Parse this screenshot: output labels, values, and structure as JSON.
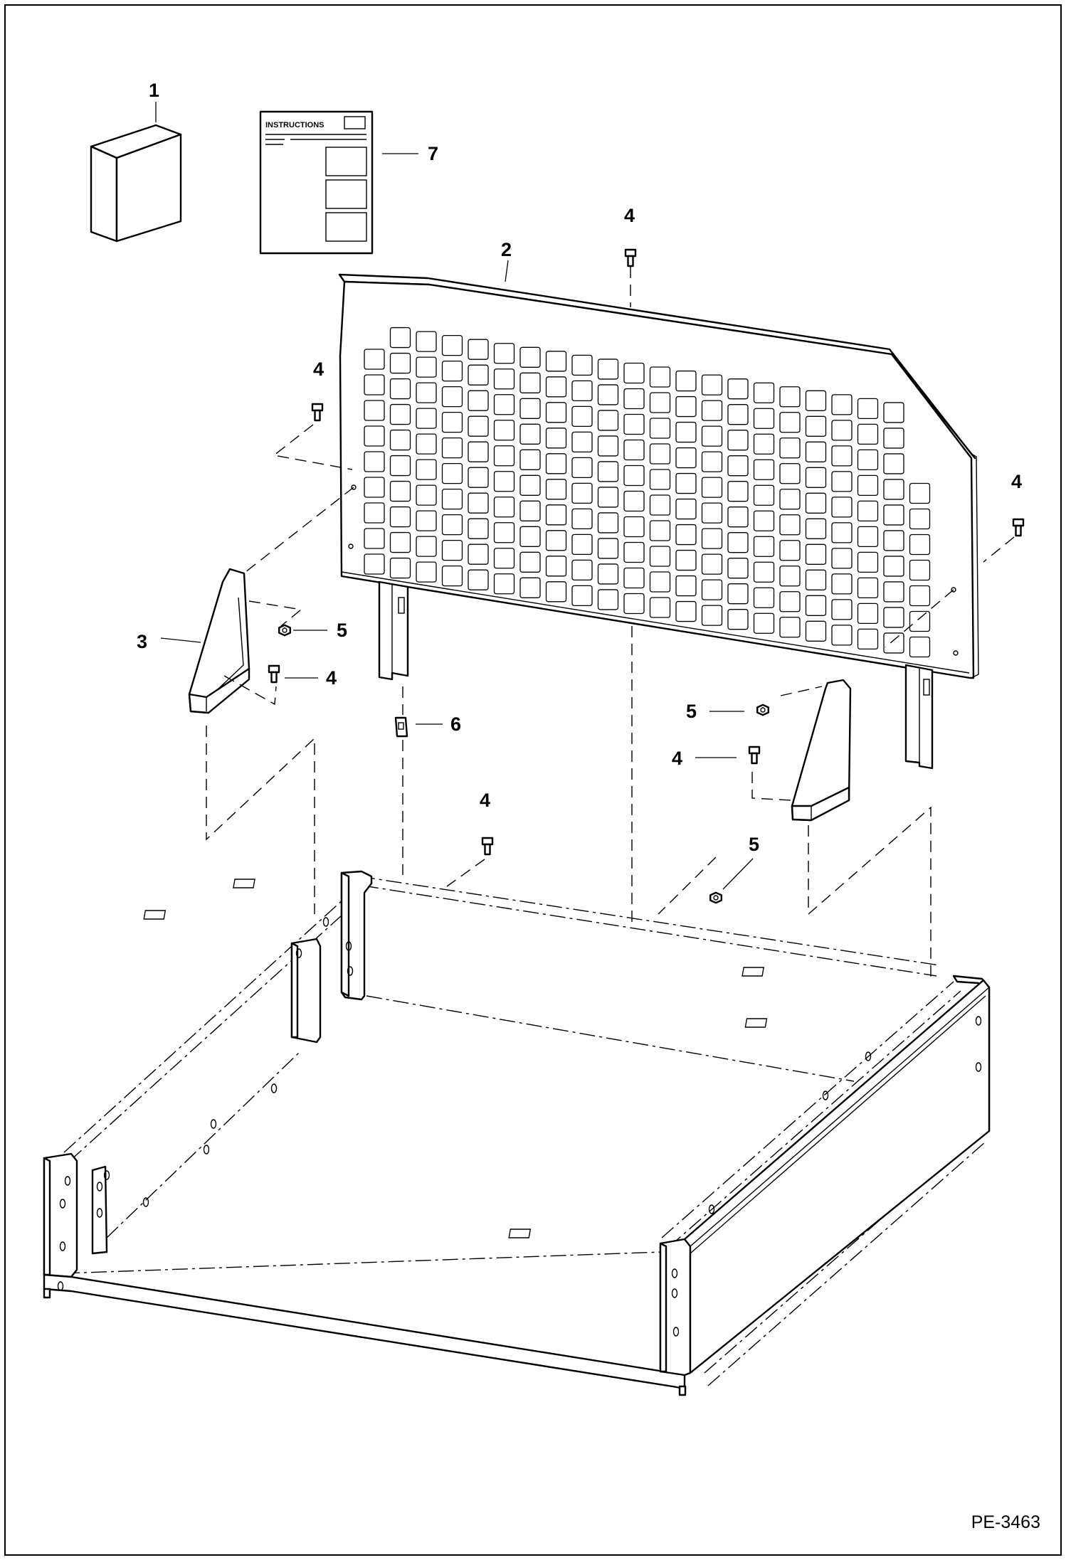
{
  "figure_id": "PE-3463",
  "instructions_title": "INSTRUCTIONS",
  "callouts": {
    "c1": "1",
    "c2": "2",
    "c3": "3",
    "c4": "4",
    "c5": "5",
    "c6": "6",
    "c7": "7"
  }
}
